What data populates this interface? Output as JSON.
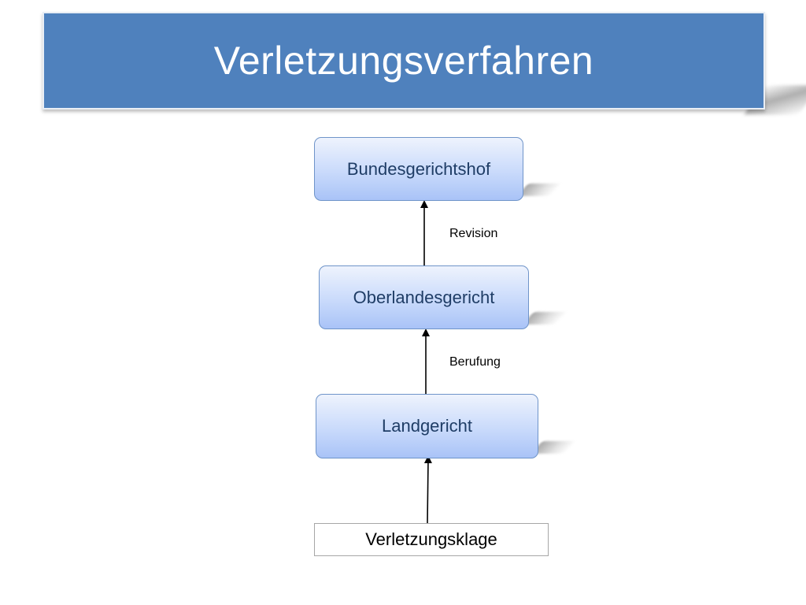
{
  "title": "Verletzungsverfahren",
  "nodes": {
    "bgh": "Bundesgerichtshof",
    "olg": "Oberlandesgericht",
    "lg": "Landgericht",
    "source": "Verletzungsklage"
  },
  "edges": {
    "revision": "Revision",
    "berufung": "Berufung"
  },
  "colors": {
    "title_bar": "#4f81bd",
    "node_text": "#1f3d66",
    "node_border": "#6f94c9"
  }
}
